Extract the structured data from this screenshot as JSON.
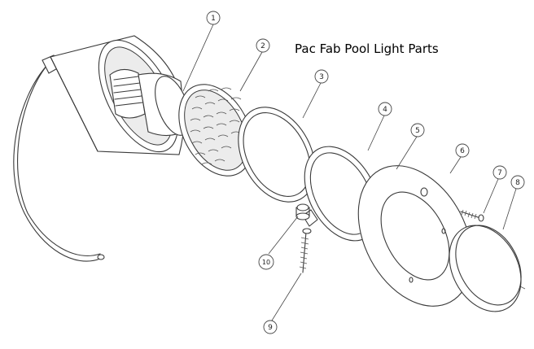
{
  "title": "Pac Fab Pool Light Parts",
  "parts": [
    {
      "number": "1"
    },
    {
      "number": "2"
    },
    {
      "number": "3"
    },
    {
      "number": "4"
    },
    {
      "number": "5"
    },
    {
      "number": "6"
    },
    {
      "number": "7"
    },
    {
      "number": "8"
    },
    {
      "number": "9"
    },
    {
      "number": "10"
    }
  ]
}
